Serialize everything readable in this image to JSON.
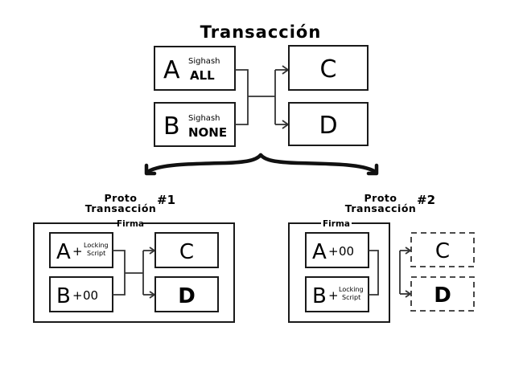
{
  "title": "Transacción",
  "main_transaction": {
    "inputs": [
      {
        "letter": "A",
        "sighash_label": "Sighash",
        "sighash_type": "ALL"
      },
      {
        "letter": "B",
        "sighash_label": "Sighash",
        "sighash_type": "NONE"
      }
    ],
    "outputs": [
      {
        "letter": "C"
      },
      {
        "letter": "D"
      }
    ]
  },
  "proto_transactions": [
    {
      "title_line1": "Proto",
      "title_line2": "Transacción",
      "number": "#1",
      "signature_label": "Firma",
      "inputs": [
        {
          "letter": "A",
          "plus": "+",
          "content_line1": "Locking",
          "content_line2": "Script"
        },
        {
          "letter": "B",
          "plus": "+",
          "content": "00"
        }
      ],
      "outputs": [
        {
          "letter": "C",
          "signed": true
        },
        {
          "letter": "D",
          "signed": true
        }
      ]
    },
    {
      "title_line1": "Proto",
      "title_line2": "Transacción",
      "number": "#2",
      "signature_label": "Firma",
      "inputs": [
        {
          "letter": "A",
          "plus": "+",
          "content": "00"
        },
        {
          "letter": "B",
          "plus": "+",
          "content_line1": "Locking",
          "content_line2": "Script"
        }
      ],
      "outputs": [
        {
          "letter": "C",
          "signed": false
        },
        {
          "letter": "D",
          "signed": false
        }
      ]
    }
  ]
}
